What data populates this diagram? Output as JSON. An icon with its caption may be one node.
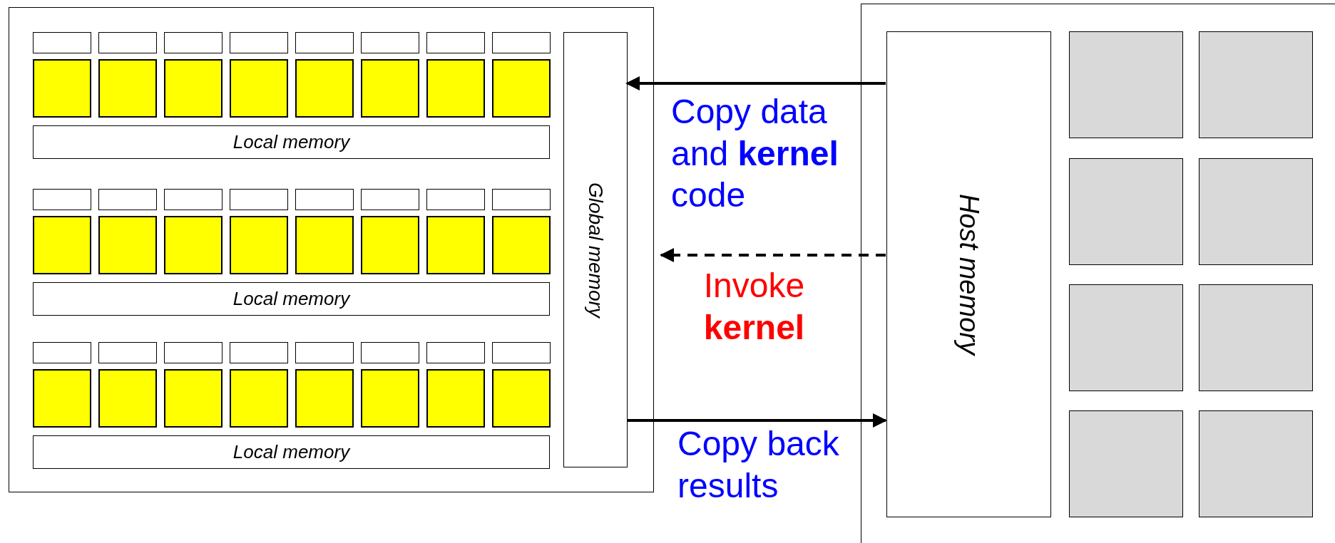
{
  "diagram": {
    "nodes": [
      {
        "text": [],
        "shape": "box"
      },
      {
        "text": [],
        "shape": "box",
        "in": 0
      },
      {
        "text": [],
        "shape": "box",
        "in": 0
      },
      {
        "text": [],
        "shape": "box",
        "in": 0
      },
      {
        "text": [],
        "shape": "box",
        "in": 0
      },
      {
        "text": [],
        "shape": "box",
        "in": 0
      },
      {
        "text": [],
        "shape": "box",
        "in": 0
      },
      {
        "text": [],
        "shape": "box",
        "in": 0
      },
      {
        "text": [],
        "shape": "box",
        "in": 0
      },
      {
        "text": [],
        "shape": "box",
        "in": 0
      },
      {
        "text": [],
        "shape": "box",
        "in": 0
      },
      {
        "text": [],
        "shape": "box",
        "in": 0
      },
      {
        "text": [],
        "shape": "box",
        "in": 0
      },
      {
        "text": [],
        "shape": "box",
        "in": 0
      },
      {
        "text": [],
        "shape": "box",
        "in": 0
      },
      {
        "text": [],
        "shape": "box",
        "in": 0
      },
      {
        "text": [],
        "shape": "box",
        "in": 0
      },
      {
        "text": [
          "Local memory"
        ],
        "in": 0
      },
      {
        "text": [],
        "shape": "box",
        "in": 0
      },
      {
        "text": [],
        "shape": "box",
        "in": 0
      },
      {
        "text": [],
        "shape": "box",
        "in": 0
      },
      {
        "text": [],
        "shape": "box",
        "in": 0
      },
      {
        "text": [],
        "shape": "box",
        "in": 0
      },
      {
        "text": [],
        "shape": "box",
        "in": 0
      },
      {
        "text": [],
        "shape": "box",
        "in": 0
      },
      {
        "text": [],
        "shape": "box",
        "in": 0
      },
      {
        "text": [],
        "shape": "box",
        "in": 0
      },
      {
        "text": [],
        "shape": "box",
        "in": 0
      },
      {
        "text": [],
        "shape": "box",
        "in": 0
      },
      {
        "text": [],
        "shape": "box",
        "in": 0
      },
      {
        "text": [],
        "shape": "box",
        "in": 0
      },
      {
        "text": [],
        "shape": "box",
        "in": 0
      },
      {
        "text": [],
        "shape": "box",
        "in": 0
      },
      {
        "text": [],
        "shape": "box",
        "in": 0
      },
      {
        "text": [
          "Local memory"
        ],
        "in": 0
      },
      {
        "text": [],
        "shape": "box",
        "in": 0
      },
      {
        "text": [],
        "shape": "box",
        "in": 0
      },
      {
        "text": [],
        "shape": "box",
        "in": 0
      },
      {
        "text": [],
        "shape": "box",
        "in": 0
      },
      {
        "text": [],
        "shape": "box",
        "in": 0
      },
      {
        "text": [],
        "shape": "box",
        "in": 0
      },
      {
        "text": [],
        "shape": "box",
        "in": 0
      },
      {
        "text": [],
        "shape": "box",
        "in": 0
      },
      {
        "text": [],
        "shape": "box",
        "in": 0
      },
      {
        "text": [],
        "shape": "box",
        "in": 0
      },
      {
        "text": [],
        "shape": "box",
        "in": 0
      },
      {
        "text": [],
        "shape": "box",
        "in": 0
      },
      {
        "text": [],
        "shape": "box",
        "in": 0
      },
      {
        "text": [],
        "shape": "box",
        "in": 0
      },
      {
        "text": [],
        "shape": "box",
        "in": 0
      },
      {
        "text": [],
        "shape": "box",
        "in": 0
      },
      {
        "text": [
          "Local memory"
        ],
        "in": 0
      },
      {
        "text": [
          "Global memory"
        ],
        "in": 0
      },
      {
        "text": [],
        "shape": "box"
      },
      {
        "text": [
          "Host memory"
        ],
        "in": 53
      },
      {
        "text": [],
        "shape": "box",
        "in": 53
      },
      {
        "text": [],
        "shape": "box",
        "in": 53
      },
      {
        "text": [],
        "shape": "box",
        "in": 53
      },
      {
        "text": [],
        "shape": "box",
        "in": 53
      },
      {
        "text": [],
        "shape": "box",
        "in": 53
      },
      {
        "text": [],
        "shape": "box",
        "in": 53
      },
      {
        "text": [],
        "shape": "box",
        "in": 53
      },
      {
        "text": [],
        "shape": "box",
        "in": 53
      }
    ],
    "edges": [
      {
        "from": 54,
        "to": 52,
        "arrow": "to",
        "label": "Copy data and **kernel** code"
      },
      {
        "from": 54,
        "to": 0,
        "arrow": "to",
        "label": "Invoke **kernel**",
        "style": "dashed"
      },
      {
        "from": 52,
        "to": 54,
        "arrow": "to",
        "label": "Copy back results"
      }
    ]
  }
}
